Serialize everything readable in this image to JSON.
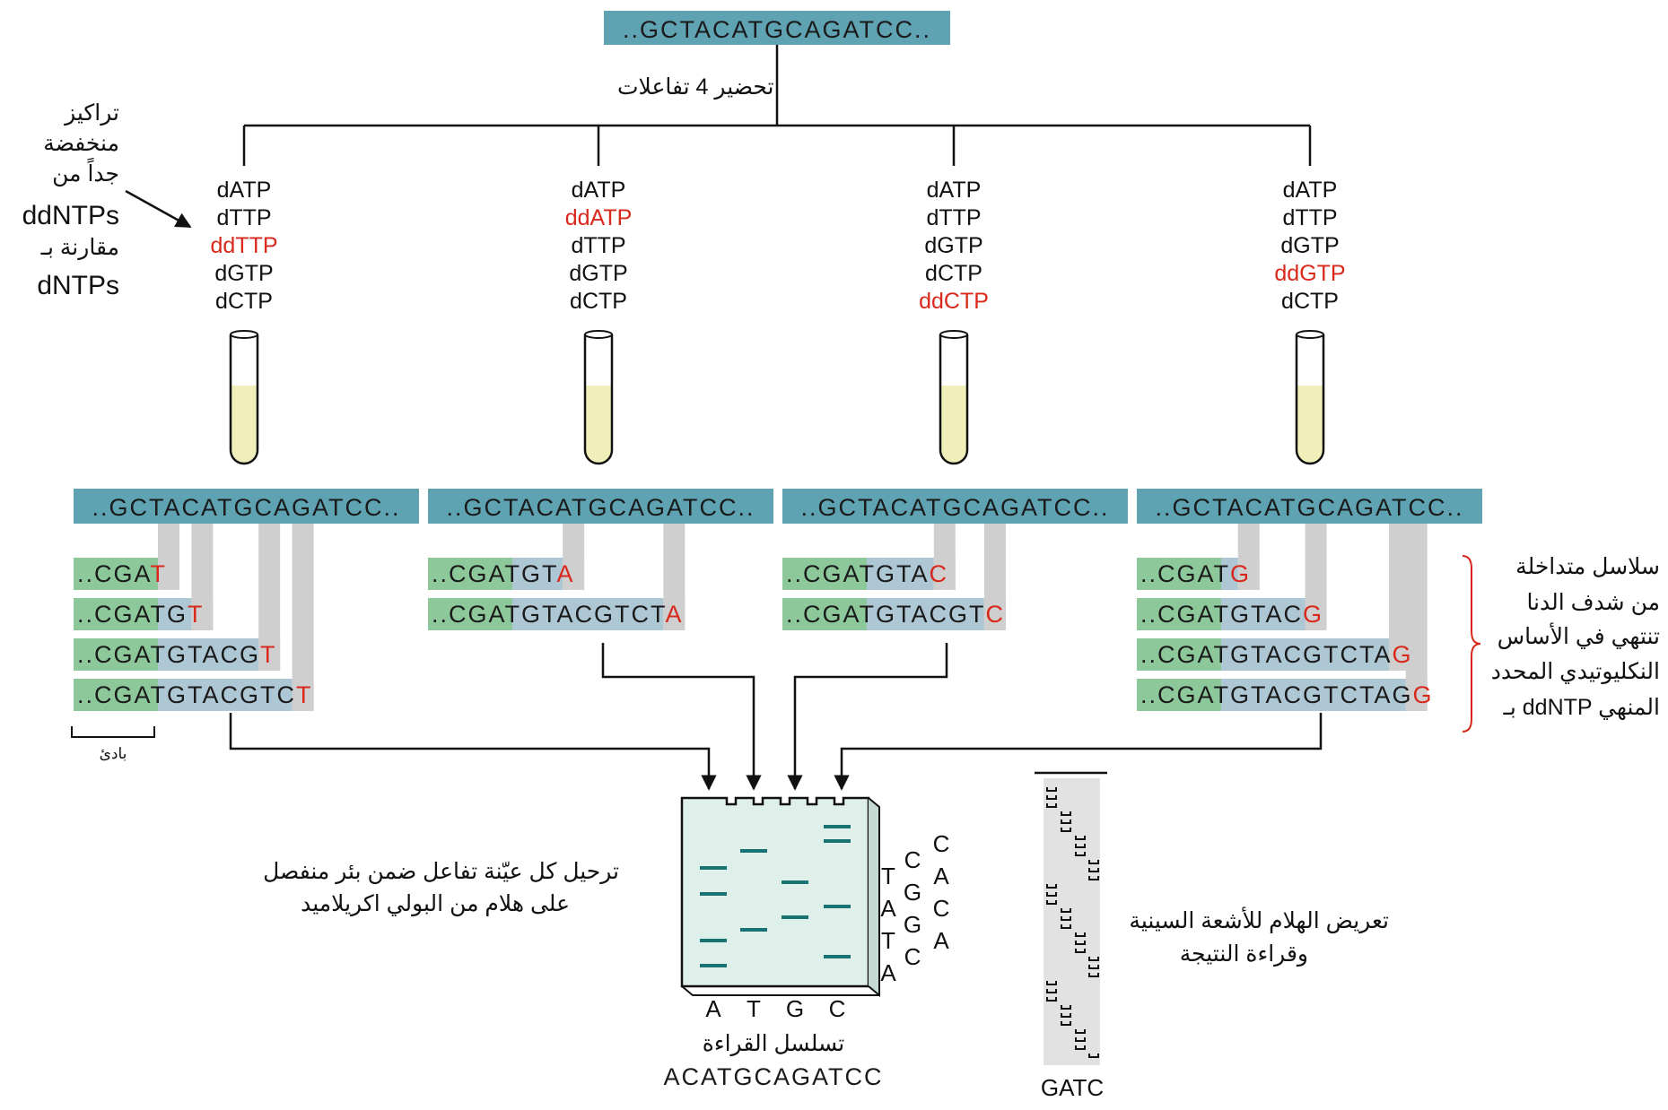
{
  "template_sequence": "..GCTACATGCAGATCC..",
  "prepare_label": "تحضير 4 تفاعلات",
  "concentration_note": {
    "lines": [
      "تراكيز",
      "منخفضة",
      "جداً من",
      "ddNTPs",
      "مقارنة بـ",
      "dNTPs"
    ]
  },
  "reactions": [
    {
      "reagents": [
        "dATP",
        "dTTP",
        "ddTTP",
        "dGTP",
        "dCTP"
      ],
      "dd_index": 2
    },
    {
      "reagents": [
        "dATP",
        "ddATP",
        "dTTP",
        "dGTP",
        "dCTP"
      ],
      "dd_index": 1
    },
    {
      "reagents": [
        "dATP",
        "dTTP",
        "dGTP",
        "dCTP",
        "ddCTP"
      ],
      "dd_index": 4
    },
    {
      "reagents": [
        "dATP",
        "dTTP",
        "dGTP",
        "ddGTP",
        "dCTP"
      ],
      "dd_index": 3
    }
  ],
  "fragments": [
    [
      {
        "primer": "..CGA",
        "body": "",
        "end": "T"
      },
      {
        "primer": "..CGA",
        "body": "TG",
        "end": "T"
      },
      {
        "primer": "..CGA",
        "body": "TGTACG",
        "end": "T"
      },
      {
        "primer": "..CGA",
        "body": "TGTACGTC",
        "end": "T"
      }
    ],
    [
      {
        "primer": "..CGA",
        "body": "TGT",
        "end": "A"
      },
      {
        "primer": "..CGA",
        "body": "TGTACGTCT",
        "end": "A"
      }
    ],
    [
      {
        "primer": "..CGA",
        "body": "TGTA",
        "end": "C"
      },
      {
        "primer": "..CGA",
        "body": "TGTACGT",
        "end": "C"
      }
    ],
    [
      {
        "primer": "..CGA",
        "body": "T",
        "end": "G"
      },
      {
        "primer": "..CGA",
        "body": "TGTAC",
        "end": "G"
      },
      {
        "primer": "..CGA",
        "body": "TGTACGTCTA",
        "end": "G"
      },
      {
        "primer": "..CGA",
        "body": "TGTACGTCTAG",
        "end": "G"
      }
    ]
  ],
  "primer_label": "بادئ",
  "fragments_note": {
    "lines": [
      "سلاسل متداخلة",
      "من شدف الدنا",
      "تنتهي في الأساس",
      "النكليوتيدي المحدد",
      "بـ ddNTP المنهي"
    ]
  },
  "gel_note": {
    "lines": [
      "ترحيل كل عيّنة تفاعل ضمن بئر منفصل",
      "على هلام من البولي اكريلاميد"
    ]
  },
  "gel_lanes": [
    "A",
    "T",
    "G",
    "C"
  ],
  "read_col1": [
    "T",
    "A",
    "T",
    "A"
  ],
  "read_col2": [
    "C",
    "G",
    "G",
    "C"
  ],
  "read_col3": [
    "C",
    "A",
    "C",
    "A"
  ],
  "read_label": "تسلسل القراءة",
  "read_sequence": "ACATGCAGATCC",
  "xray_note": {
    "lines": [
      "تعريض الهلام للأشعة السينية",
      "وقراءة النتيجة"
    ]
  },
  "autorad_lanes": "GATC",
  "colors": {
    "template_fill": "#5fa3b3",
    "primer_fill": "#8dc89a",
    "extension_fill": "#aec7d4",
    "terminator_fill": "#cfcfcf",
    "dd_text": "#d9281c",
    "tube_liquid": "#f1efb9",
    "gel_fill": "#dff0ea",
    "band": "#177272"
  }
}
